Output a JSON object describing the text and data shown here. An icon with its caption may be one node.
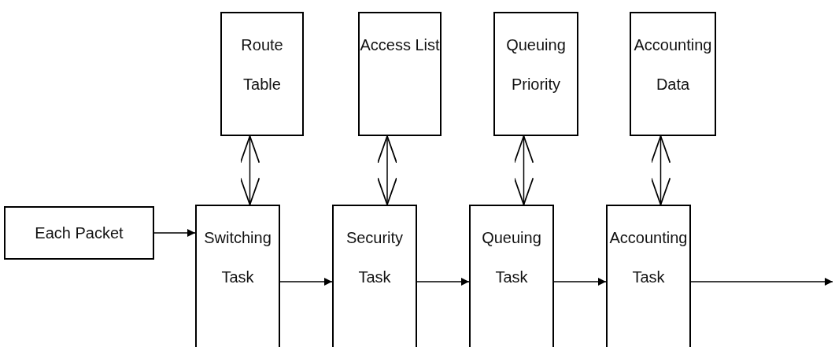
{
  "diagram": {
    "nodes": [
      {
        "text": [
          "Route Table"
        ]
      },
      {
        "text": [
          "Access List"
        ]
      },
      {
        "text": [
          "Queuing Priority"
        ]
      },
      {
        "text": [
          "Accounting Data"
        ]
      },
      {
        "text": [
          "Each Packet"
        ]
      },
      {
        "text": [
          "Switching Task"
        ]
      },
      {
        "text": [
          "Security Task"
        ]
      },
      {
        "text": [
          "Queuing Task"
        ]
      },
      {
        "text": [
          "Accounting Task"
        ]
      }
    ],
    "edges": [
      {
        "from": 0,
        "to": 5,
        "arrow": "both"
      },
      {
        "from": 1,
        "to": 6,
        "arrow": "both"
      },
      {
        "from": 2,
        "to": 7,
        "arrow": "both"
      },
      {
        "from": 3,
        "to": 8,
        "arrow": "both"
      },
      {
        "from": 4,
        "to": 5,
        "arrow": "to"
      },
      {
        "from": 5,
        "to": 6,
        "arrow": "to"
      },
      {
        "from": 6,
        "to": 7,
        "arrow": "to"
      },
      {
        "from": 7,
        "to": 8,
        "arrow": "to"
      },
      {
        "from": 8,
        "to": null,
        "arrow": "to"
      }
    ]
  }
}
